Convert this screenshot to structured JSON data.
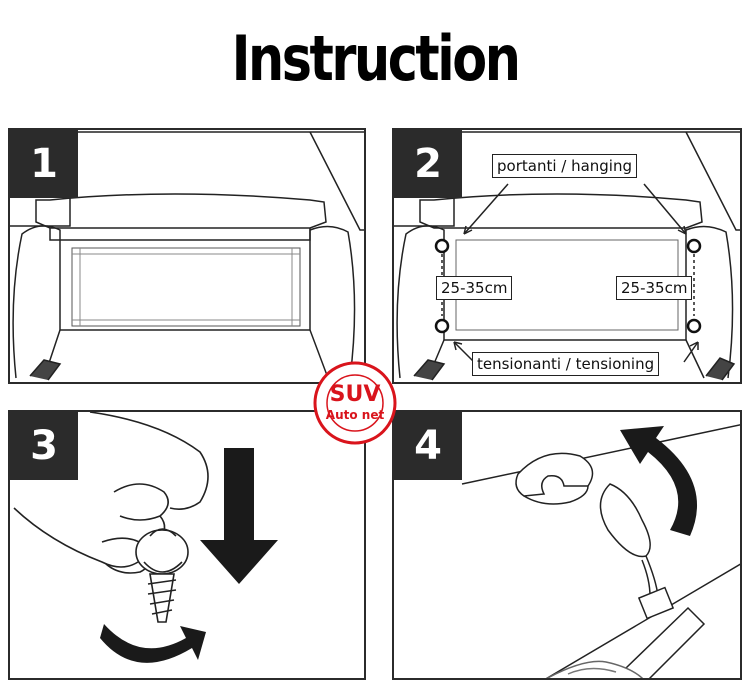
{
  "title": "Instruction",
  "steps": [
    {
      "number": "1"
    },
    {
      "number": "2",
      "label_top": "portanti / hanging",
      "label_left": "25-35cm",
      "label_right": "25-35cm",
      "label_bottom": "tensionanti / tensioning"
    },
    {
      "number": "3"
    },
    {
      "number": "4"
    }
  ],
  "watermark": {
    "line1": "SUV",
    "line2": "Auto net"
  },
  "colors": {
    "number_box": "#2b2b2b",
    "watermark": "#d9141c",
    "line": "#222222"
  },
  "icons": [
    "down-arrow-icon",
    "rotate-arrow-icon",
    "curved-arrow-icon",
    "hook-icon",
    "screw-icon"
  ]
}
